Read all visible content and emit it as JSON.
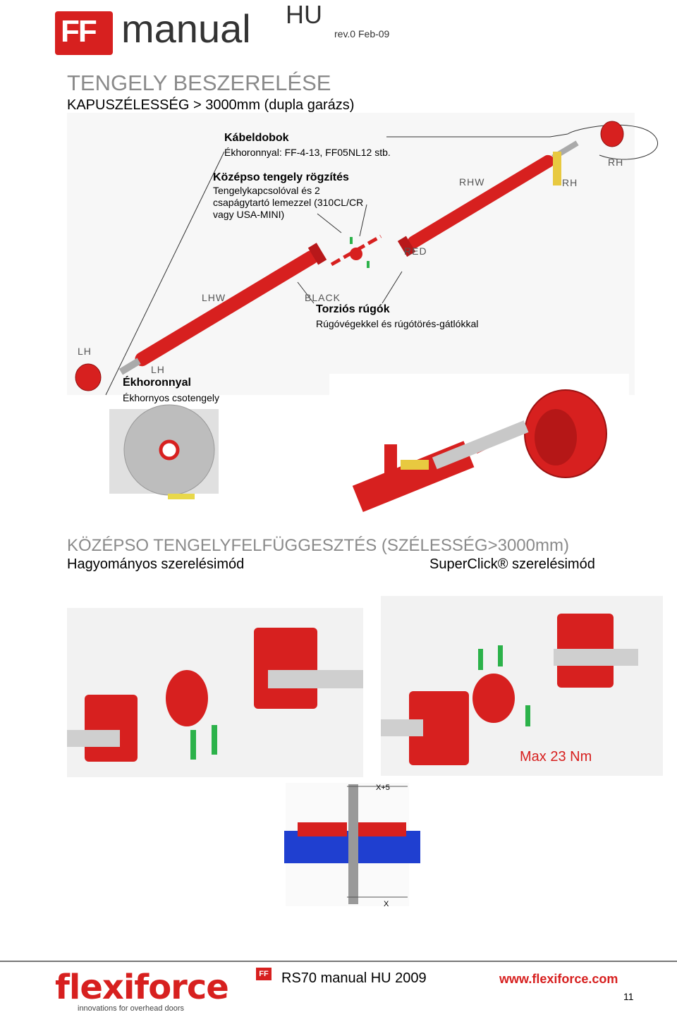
{
  "header": {
    "logo": "FF",
    "title": "manual",
    "lang": "HU",
    "revision": "rev.0 Feb-09"
  },
  "section1": {
    "heading": "TENGELY BESZERELÉSE",
    "subheading": "KAPUSZÉLESSÉG > 3000mm (dupla garázs)",
    "callouts": {
      "drums_title": "Kábeldobok",
      "drums_text": "Ékhoronnyal: FF-4-13, FF05NL12 stb.",
      "center_title": "Középso tengely rögzítés",
      "center_text_1": "Tengelykapcsolóval és 2",
      "center_text_2": "csapágytartó lemezzel (310CL/CR",
      "center_text_3": "vagy USA-MINI)",
      "springs_title": "Torziós rúgók",
      "springs_text": "Rúgóvégekkel és rúgótörés-gátlókkal",
      "shaft_title": "Ékhoronnyal",
      "shaft_text": "Ékhornyos csotengely"
    },
    "codes": {
      "rh_top": "RH",
      "rhw": "RHW",
      "rh": "RH",
      "red": "RED",
      "lhw": "LHW",
      "black": "BLACK",
      "lh_top": "LH",
      "lh": "LH"
    }
  },
  "section2": {
    "heading": "KÖZÉPSO TENGELYFELFÜGGESZTÉS (SZÉLESSÉG>3000mm)",
    "traditional": "Hagyományos szerelésimód",
    "superclick": "SuperClick® szerelésimód",
    "torque": "Max 23 Nm",
    "dim_top": "X+5",
    "dim_bottom": "X"
  },
  "footer": {
    "brand": "flexiforce",
    "brand_badge": "FF",
    "tagline": "innovations for overhead doors",
    "doc": "RS70 manual HU 2009",
    "url": "www.flexiforce.com",
    "page": "11"
  },
  "colors": {
    "brand_red": "#d7201f",
    "heading_gray": "#8a8a8a",
    "shaft_blue": "#1f3fd0"
  }
}
